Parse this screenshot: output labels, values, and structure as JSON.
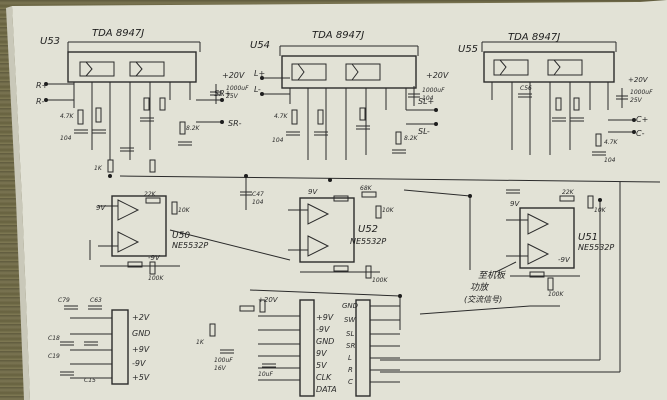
{
  "colors": {
    "paper": "#e4e4d8",
    "ink": "#2b2b2b",
    "wood": "#6f6a4e"
  },
  "amplifiers": {
    "left": {
      "ref": "U53",
      "part": "TDA 8947J"
    },
    "center": {
      "ref": "U54",
      "part": "TDA 8947J"
    },
    "right": {
      "ref": "U55",
      "part": "TDA 8947J"
    }
  },
  "opamps": {
    "left": {
      "ref": "U50",
      "part": "NE5532P"
    },
    "center": {
      "ref": "U52",
      "part": "NE5532P"
    },
    "right": {
      "ref": "U51",
      "part": "NE5532P"
    }
  },
  "outputs": {
    "left": [
      "R+",
      "R-",
      "SR+",
      "SR-"
    ],
    "center": [
      "L+",
      "L-",
      "SL+",
      "SL-"
    ],
    "right": [
      "C+",
      "C-"
    ]
  },
  "supply": {
    "v20": "+20V",
    "v9": "9V",
    "vneg9": "-9V"
  },
  "parts": {
    "c_1000": "1000uF",
    "c_16v": "16V",
    "c_25v": "25V",
    "r_47k": "4.7K",
    "r_82k": "8.2K",
    "r_1k": "1K",
    "r_10k": "10K",
    "r_22k": "22K",
    "r_68k": "68K",
    "r_100k": "100K",
    "c_104": "104",
    "c_10u": "10uF",
    "c_100u": "100uF",
    "c_47": "C47",
    "c_56": "C56"
  },
  "connector_left": {
    "pins": [
      "+2V",
      "GND",
      "+9V",
      "-9V",
      "+5V"
    ],
    "caps": [
      "C79",
      "C63",
      "C18",
      "C19",
      "C15"
    ]
  },
  "connector_main": {
    "left_pins": [
      "+9V",
      "-9V",
      "GND",
      "9V",
      "5V",
      "CLK",
      "DATA"
    ],
    "right_pins": [
      "GND",
      "SW",
      "SL",
      "SR",
      "L",
      "R",
      "C"
    ]
  },
  "notes": {
    "handwritten": "至机板\n功放\n(交流信号)"
  }
}
